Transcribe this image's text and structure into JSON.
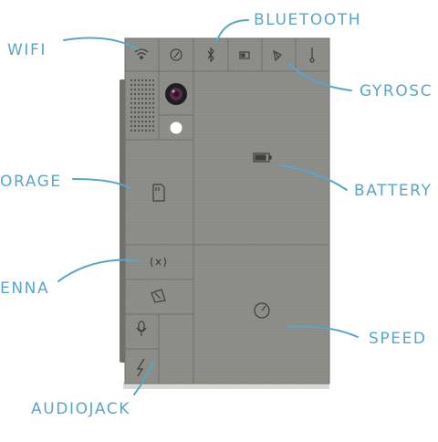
{
  "labels": {
    "wifi": "WIFI",
    "bluetooth": "BLUETOOTH",
    "gyroscope": "GYROSC",
    "storage": "ORAGE",
    "battery": "BATTERY",
    "antenna": "ENNA",
    "speed": "SPEED",
    "audiojack": "AUDIOJACK"
  },
  "colors": {
    "phone_body": "#8b8b87",
    "phone_edge": "#6a6a67",
    "module_line": "#6f6f6c",
    "icon": "#4a4a48",
    "label": "#5aa6c9"
  },
  "icons": {
    "wifi_module": "wifi-icon",
    "compass_module": "compass-icon",
    "bluetooth_module": "bluetooth-icon",
    "small_battery_module": "small-battery-icon",
    "gyroscope_module": "gyroscope-icon",
    "thermometer_module": "thermometer-icon",
    "speaker_module": "speaker-grille",
    "camera_module": "camera-lens-icon",
    "flash_module": "flash-icon",
    "storage_module": "sd-card-icon",
    "battery_module": "battery-icon",
    "antenna_module": "antenna-icon",
    "gyro_module": "gyro-icon",
    "mic_module": "microphone-icon",
    "audiojack_module": "audiojack-icon",
    "speed_module": "speed-icon"
  }
}
